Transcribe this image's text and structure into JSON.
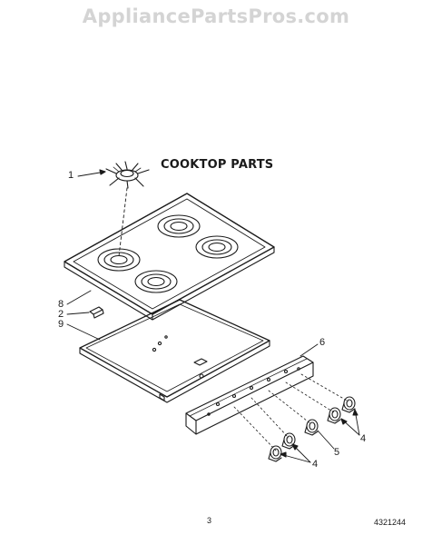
{
  "watermark": "AppliancePartsPros.com",
  "title": "COOKTOP PARTS",
  "callouts": {
    "c1": "1",
    "c8": "8",
    "c2": "2",
    "c9": "9",
    "c6": "6",
    "c4a": "4",
    "c5": "5",
    "c4b": "4"
  },
  "footer": {
    "page_number": "3",
    "document_number": "4321244"
  },
  "colors": {
    "line": "#1a1a1a",
    "watermark": "#d4d4d4"
  }
}
